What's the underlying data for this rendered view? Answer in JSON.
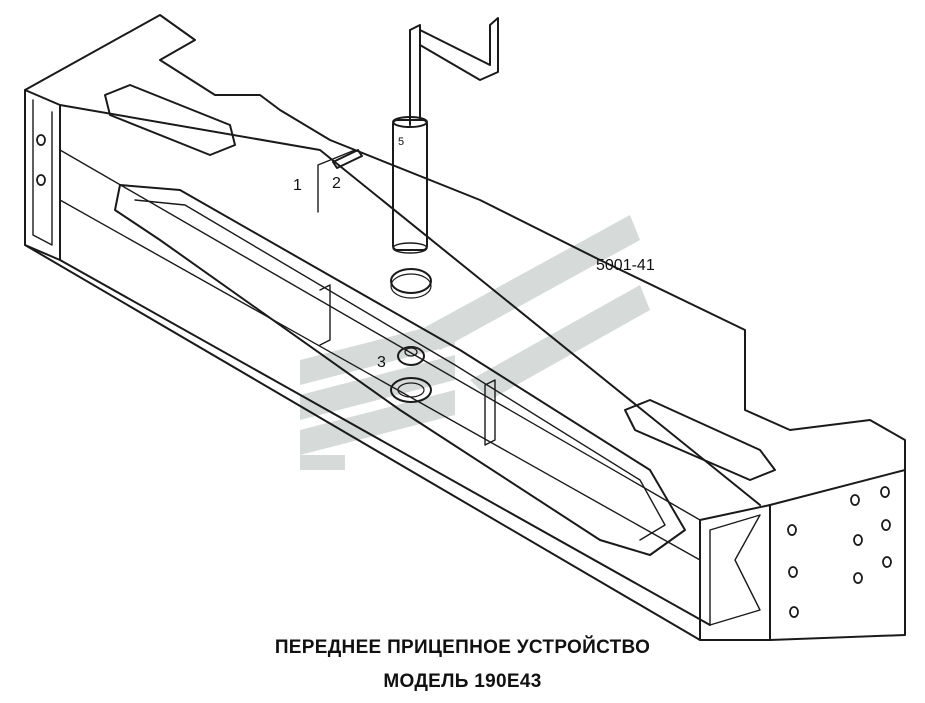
{
  "diagram": {
    "code": "5001-41",
    "callouts": [
      "1",
      "2",
      "3"
    ],
    "part_code_on_tube": "5"
  },
  "caption": {
    "line1": "ПЕРЕДНЕЕ ПРИЦЕПНОЕ УСТРОЙСТВО",
    "line2": "МОДЕЛЬ 190Е43"
  },
  "colors": {
    "line": "#1a1a1a",
    "watermark": "#c9cfcc",
    "background": "#ffffff"
  }
}
